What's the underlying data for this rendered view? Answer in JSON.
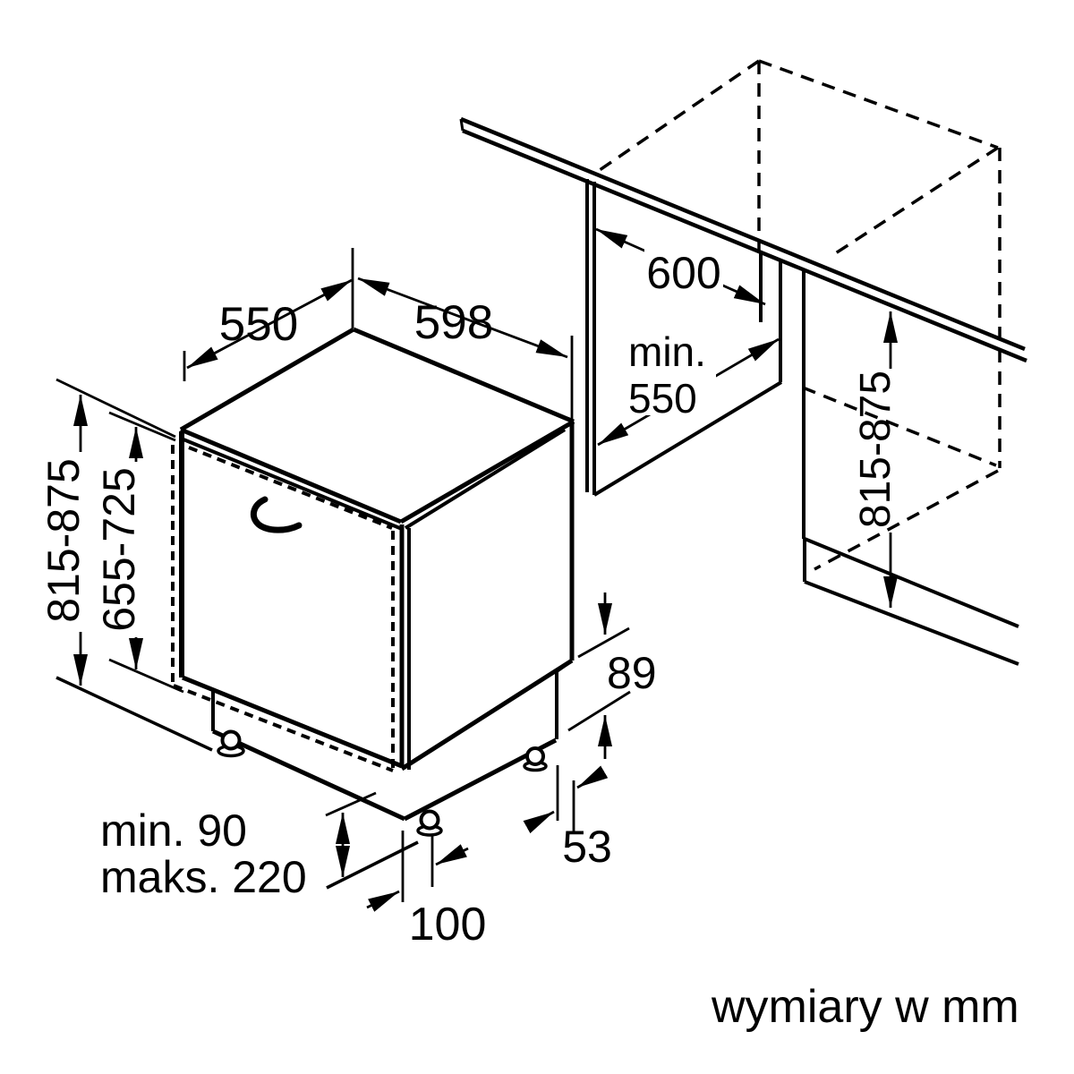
{
  "labels": {
    "top_depth": "550",
    "top_width": "598",
    "niche_width": "600",
    "niche_depth_min": "min.",
    "niche_depth_value": "550",
    "appliance_height": "815-875",
    "door_front_height": "655-725",
    "niche_height": "815-875",
    "rear_base_height": "89",
    "rear_foot_setback": "53",
    "plinth_min": "min. 90",
    "plinth_max": "maks. 220",
    "front_foot_setback": "100"
  },
  "footer": {
    "units_note": "wymiary w mm"
  },
  "colors": {
    "line": "#000000",
    "background": "#ffffff"
  }
}
